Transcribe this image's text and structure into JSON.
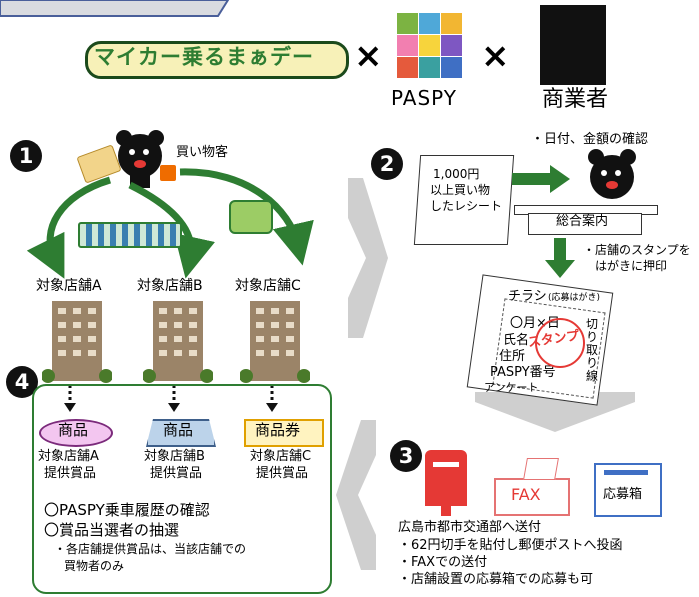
{
  "header": {
    "logo_text": "マイカー乗るまぁデー",
    "times": "×",
    "paspy_label": "PASPY",
    "merchant_label": "商業者"
  },
  "step1": {
    "num": "1",
    "shopper": "買い物客",
    "stores": [
      "対象店舗A",
      "対象店舗B",
      "対象店舗C"
    ]
  },
  "step2": {
    "num": "2",
    "receipt": [
      "1,000円",
      "以上買い物",
      "したレシート"
    ],
    "confirm": "・日付、金額の確認",
    "counter": "総合案内",
    "stamp_note": [
      "・店舗のスタンプを",
      "はがきに押印"
    ],
    "flyer_title": "チラシ",
    "flyer_sub": "(応募はがき)",
    "flyer_lines": [
      "〇月×日",
      "氏名",
      "住所",
      "PASPY番号",
      "アンケート"
    ],
    "stamp": "スタンプ",
    "cut_line": "切り取り線"
  },
  "step3": {
    "num": "3",
    "fax": "FAX",
    "box": "応募箱",
    "lines": [
      "広島市都市交通部へ送付",
      "・62円切手を貼付し郵便ポストへ投函",
      "・FAXでの送付",
      "・店舗設置の応募箱での応募も可"
    ]
  },
  "step4": {
    "num": "4",
    "prizes": [
      {
        "label": "商品",
        "desc": [
          "対象店舗A",
          "提供賞品"
        ]
      },
      {
        "label": "商品",
        "desc": [
          "対象店舗B",
          "提供賞品"
        ]
      },
      {
        "label": "商品券",
        "desc": [
          "対象店舗C",
          "提供賞品"
        ]
      }
    ],
    "notes": [
      "〇PASPY乗車履歴の確認",
      "〇賞品当選者の抽選",
      "・各店舗提供賞品は、当該店舗での",
      "買物者のみ"
    ]
  }
}
